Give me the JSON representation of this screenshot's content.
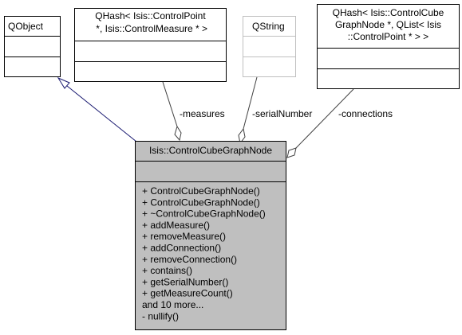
{
  "classes": {
    "qobject": {
      "name": "QObject"
    },
    "measures_hash": {
      "name_lines": [
        "QHash< Isis::ControlPoint",
        " *, Isis::ControlMeasure * >"
      ]
    },
    "qstring": {
      "name": "QString"
    },
    "connections_hash": {
      "name_lines": [
        "QHash< Isis::ControlCube",
        "GraphNode *, QList< Isis",
        "::ControlPoint * > >"
      ]
    },
    "main": {
      "name": "Isis::ControlCubeGraphNode",
      "members": [
        "+ ControlCubeGraphNode()",
        "+ ControlCubeGraphNode()",
        "+ ~ControlCubeGraphNode()",
        "+ addMeasure()",
        "+ removeMeasure()",
        "+ addConnection()",
        "+ removeConnection()",
        "+ contains()",
        "+ getSerialNumber()",
        "+ getMeasureCount()",
        "and 10 more...",
        "- nullify()"
      ]
    }
  },
  "edges": {
    "measures": "-measures",
    "serial_number": "-serialNumber",
    "connections": "-connections"
  },
  "colors": {
    "main_fill": "#bfbfbf",
    "inherit_edge": "#191970",
    "member_edge": "#404040",
    "gray_box_border": "#bfbfbf"
  }
}
